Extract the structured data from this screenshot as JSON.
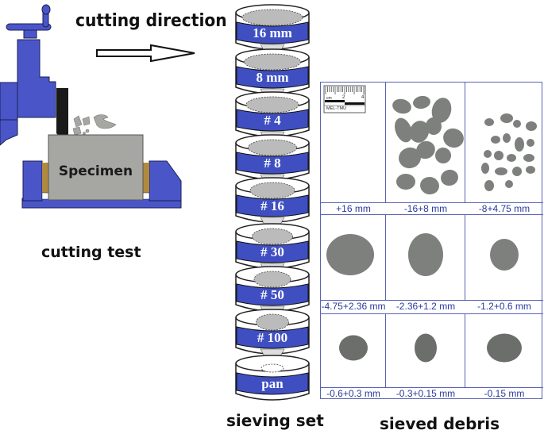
{
  "cutting_test": {
    "direction_label": "cutting direction",
    "specimen_label": "Specimen",
    "caption": "cutting test",
    "colors": {
      "machine": "#4a56c8",
      "tool": "#1a1a1a",
      "specimen": "#a6a6a2",
      "shim": "#b08a3e"
    }
  },
  "sieving_set": {
    "caption": "sieving set",
    "sieves": [
      "16 mm",
      "8 mm",
      "# 4",
      "# 8",
      "# 16",
      "# 30",
      "# 50",
      "# 100",
      "pan"
    ],
    "band_color": "#3f4fc2"
  },
  "sieved_debris": {
    "caption": "sieved debris",
    "scale_bar": {
      "unit": "cm",
      "ticks": [
        "2",
        "4"
      ],
      "credit": "MEL-TMU"
    },
    "fractions": [
      "+16 mm",
      "-16+8 mm",
      "-8+4.75 mm",
      "-4.75+2.36 mm",
      "-2.36+1.2 mm",
      "-1.2+0.6 mm",
      "-0.6+0.3 mm",
      "-0.3+0.15 mm",
      "-0.15 mm"
    ],
    "grid_color": "#5a62b5",
    "debris_color": "#7d807c"
  }
}
